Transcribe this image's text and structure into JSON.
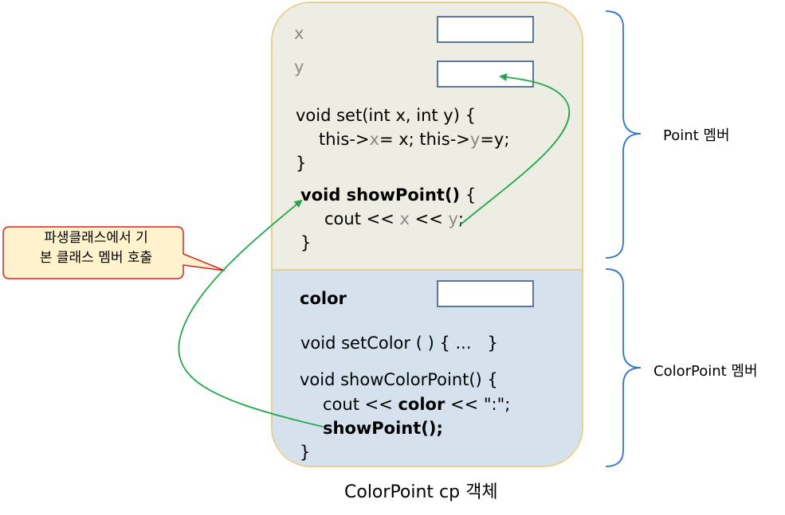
{
  "point_members": {
    "x_label": "x",
    "y_label": "y",
    "set_line1": "void set(int x, int y) {",
    "set_line2_a": "this->",
    "set_line2_x": "x",
    "set_line2_b": "= x; this->",
    "set_line2_y": "y",
    "set_line2_c": "=y;",
    "set_line3": "}",
    "show_void": "void ",
    "show_name": "showPoint()",
    "show_brace": " {",
    "cout_a": "cout << ",
    "cout_x": "x",
    "cout_b": " << ",
    "cout_y": "y",
    "cout_c": ";",
    "show_close": "}"
  },
  "colorpoint_members": {
    "color_label": "color",
    "setcolor_line": "void setColor ( ) { ...   }",
    "showcp_line1": "void showColorPoint() {",
    "showcp_cout_a": "cout << ",
    "showcp_cout_color": "color",
    "showcp_cout_b": " << \":\";",
    "showcp_call": "showPoint();",
    "showcp_close": "}"
  },
  "callout": {
    "line1": "파생클래스에서 기",
    "line2": "본 클래스 멤버 호출"
  },
  "braces": {
    "point_label": "Point 멤버",
    "colorpoint_label": "ColorPoint 멤버"
  },
  "caption": "ColorPoint cp 객체",
  "colors": {
    "arrow": "#22a84a",
    "brace": "#2e75c8",
    "callout_border": "#e02020",
    "callout_fill": "#fff2cc",
    "object_border": "#e9cf93"
  }
}
